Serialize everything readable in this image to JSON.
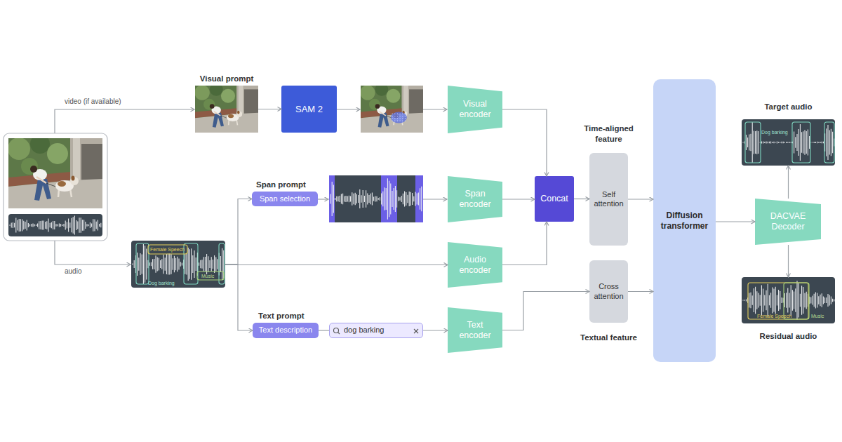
{
  "diagram": {
    "nodes": [
      {
        "text": [
          "Visual prompt"
        ]
      },
      {
        "text": [
          "SAM 2"
        ]
      },
      {
        "text": [
          "Visual encoder"
        ]
      },
      {
        "text": [
          "Female Speech",
          "Dog barking",
          "Music"
        ]
      },
      {
        "text": [
          "Span prompt",
          "Span selection"
        ]
      },
      {
        "text": [
          "Span encoder"
        ]
      },
      {
        "text": [
          "Audio encoder"
        ]
      },
      {
        "text": [
          "Concat"
        ]
      },
      {
        "text": [
          "Text prompt",
          "Text description"
        ]
      },
      {
        "text": [
          "dog barking"
        ]
      },
      {
        "text": [
          "Text encoder"
        ]
      },
      {
        "text": [
          "Time-aligned feature",
          "Self attention"
        ]
      },
      {
        "text": [
          "Cross attention",
          "Textual feature"
        ]
      },
      {
        "text": [
          "Diffusion transformer"
        ]
      },
      {
        "text": [
          "DACVAE Decoder"
        ]
      },
      {
        "text": [
          "Target audio",
          "Dog barking"
        ]
      },
      {
        "text": [
          "Female Speech",
          "Music",
          "Residual audio"
        ]
      }
    ],
    "edges": [
      {
        "from": 0,
        "to": 1,
        "arrow": "to"
      },
      {
        "from": 2,
        "to": 7,
        "arrow": "to"
      },
      {
        "from": 3,
        "to": 4,
        "arrow": "to"
      },
      {
        "from": 3,
        "to": 6,
        "arrow": "to"
      },
      {
        "from": 3,
        "to": 8,
        "arrow": "to"
      },
      {
        "from": 5,
        "to": 7,
        "arrow": "to"
      },
      {
        "from": 6,
        "to": 7,
        "arrow": "to"
      },
      {
        "from": 8,
        "to": 9,
        "arrow": "none"
      },
      {
        "from": 9,
        "to": 10,
        "arrow": "to"
      },
      {
        "from": 10,
        "to": 12,
        "arrow": "to"
      },
      {
        "from": 7,
        "to": 11,
        "arrow": "to"
      },
      {
        "from": 11,
        "to": 13,
        "arrow": "to"
      },
      {
        "from": 12,
        "to": 13,
        "arrow": "to"
      },
      {
        "from": 13,
        "to": 14,
        "arrow": "to"
      },
      {
        "from": 14,
        "to": 15,
        "arrow": "to"
      },
      {
        "from": 14,
        "to": 16,
        "arrow": "to"
      }
    ],
    "labels": [
      "video (if available)",
      "audio"
    ]
  }
}
